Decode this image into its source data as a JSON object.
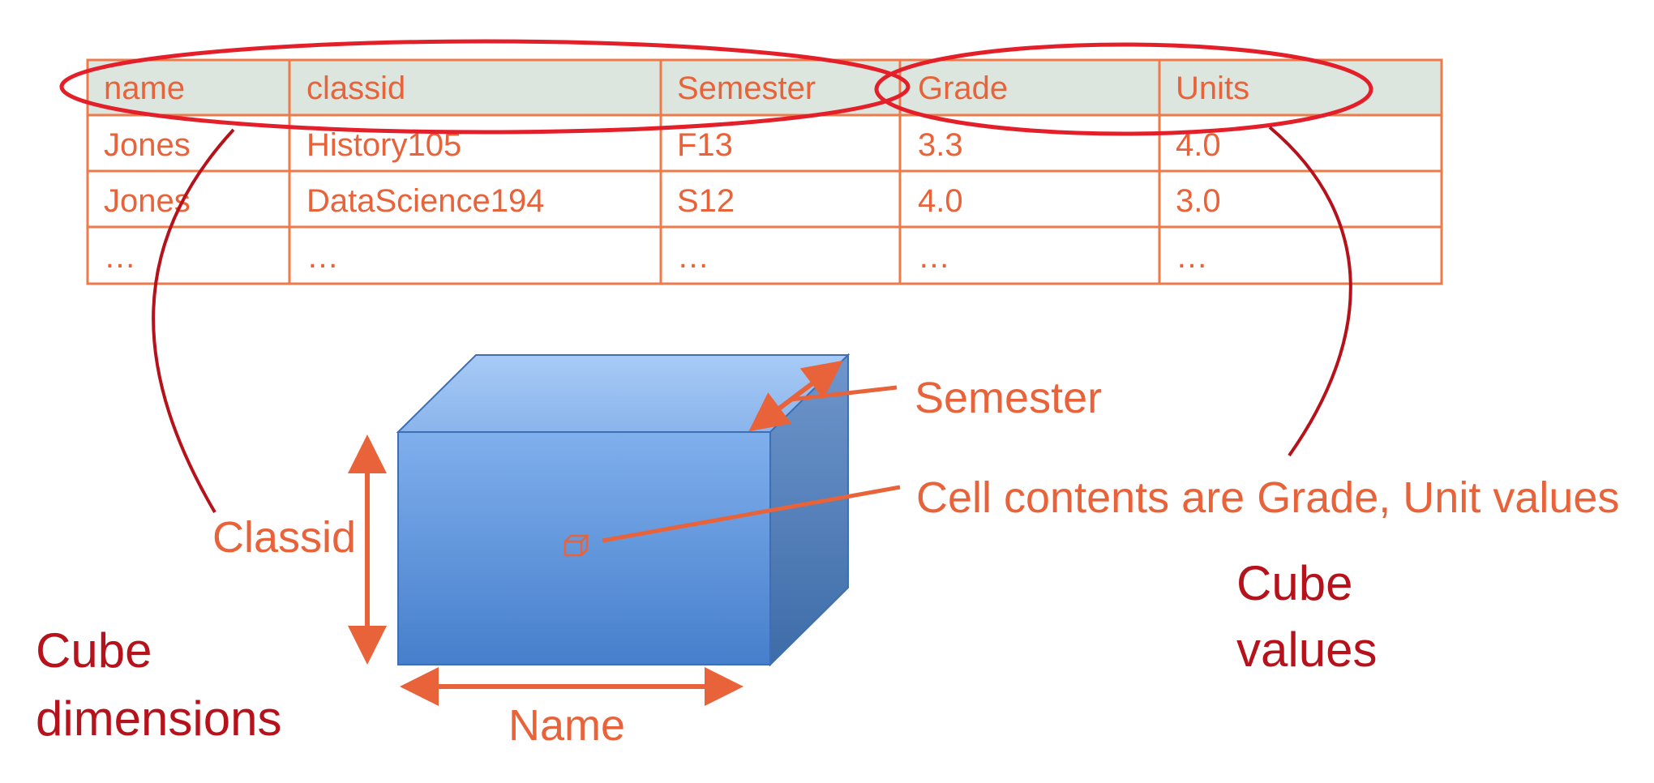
{
  "table": {
    "headers": [
      "name",
      "classid",
      "Semester",
      "Grade",
      "Units"
    ],
    "rows": [
      [
        "Jones",
        "History105",
        "F13",
        "3.3",
        "4.0"
      ],
      [
        "Jones",
        "DataScience194",
        "S12",
        "4.0",
        "3.0"
      ],
      [
        "…",
        "…",
        "…",
        "…",
        "…"
      ]
    ]
  },
  "labels": {
    "semester": "Semester",
    "cell_contents": "Cell contents are Grade, Unit values",
    "classid": "Classid",
    "name": "Name",
    "cube_dimensions": [
      "Cube",
      "dimensions"
    ],
    "cube_values": [
      "Cube",
      "values"
    ]
  },
  "colors": {
    "table_border": "#EE7A4A",
    "header_fill": "#DCE6DF",
    "accent_orange": "#E8633A",
    "ellipse_red": "#E3202A",
    "dark_red": "#B5121B",
    "cube_front_top": "#7FAEEB",
    "cube_front_bottom": "#4A84CF",
    "cube_top": "#9CC0F2",
    "cube_side": "#4C78B4"
  }
}
